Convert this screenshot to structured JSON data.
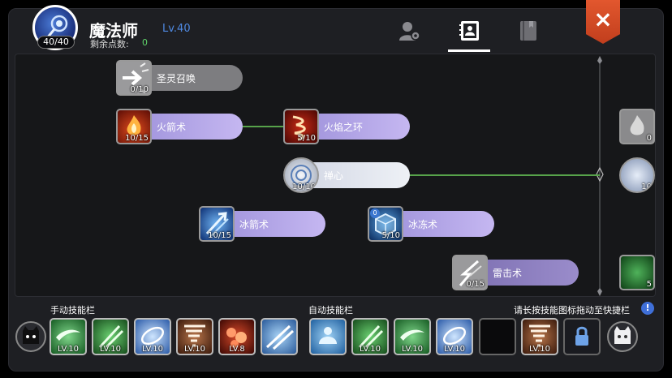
{
  "header": {
    "mp_badge": "40/40",
    "class_name": "魔法师",
    "level": "Lv.40",
    "points_label": "剩余点数:",
    "points_value": "0"
  },
  "tabs": [
    {
      "name": "character",
      "icon": "person-gear-icon"
    },
    {
      "name": "skills",
      "icon": "skill-book-icon",
      "active": true
    },
    {
      "name": "codex",
      "icon": "book-icon"
    }
  ],
  "close_icon": "×",
  "skills": {
    "sacred_summon": {
      "label": "圣灵召唤",
      "count": "0/10",
      "icon": "summon-arrow-icon"
    },
    "fire_arrow": {
      "label": "火箭术",
      "count": "10/15",
      "icon": "fire-icon"
    },
    "flame_ring": {
      "label": "火焰之环",
      "count": "5/10",
      "icon": "flame-ring-icon"
    },
    "meditation": {
      "label": "禅心",
      "count": "10/10",
      "icon": "meditation-icon"
    },
    "ice_arrow": {
      "label": "冰箭术",
      "count": "10/15",
      "icon": "ice-arrow-icon"
    },
    "freeze": {
      "label": "冰冻术",
      "count": "5/10",
      "corner": "0",
      "icon": "ice-cube-icon"
    },
    "thunder": {
      "label": "雷击术",
      "count": "0/15",
      "icon": "lightning-icon"
    },
    "edge_top": {
      "count": "0"
    },
    "edge_mid": {
      "count": "10"
    },
    "edge_bottom": {
      "count": "5"
    }
  },
  "bottom": {
    "manual_label": "手动技能栏",
    "auto_label": "自动技能栏",
    "hint": "请长按技能图标拖动至快捷栏",
    "info_icon": "!",
    "manual_slots": [
      {
        "lv": "LV.10",
        "icon": "wind-slash-icon"
      },
      {
        "lv": "LV.10",
        "icon": "green-blade-icon"
      },
      {
        "lv": "LV.10",
        "icon": "blue-vortex-icon"
      },
      {
        "lv": "LV.10",
        "icon": "tornado-icon"
      },
      {
        "lv": "LV.8",
        "icon": "meteor-icon"
      },
      {
        "lv": "",
        "icon": "ice-shard-icon"
      }
    ],
    "auto_slots": [
      {
        "lv": "",
        "icon": "water-shield-icon"
      },
      {
        "lv": "LV.10",
        "icon": "green-blade-icon"
      },
      {
        "lv": "LV.10",
        "icon": "wind-slash-icon"
      },
      {
        "lv": "LV.10",
        "icon": "blue-vortex-icon"
      },
      {
        "lv": "",
        "icon": "empty-slot"
      },
      {
        "lv": "LV.10",
        "icon": "tornado-icon"
      },
      {
        "lv": "",
        "icon": "lock-icon"
      }
    ]
  },
  "colors": {
    "accent_blue": "#4f8ae3",
    "points_green": "#5fd36a",
    "close_red": "#d64a26",
    "connector_green": "#57a34a"
  }
}
